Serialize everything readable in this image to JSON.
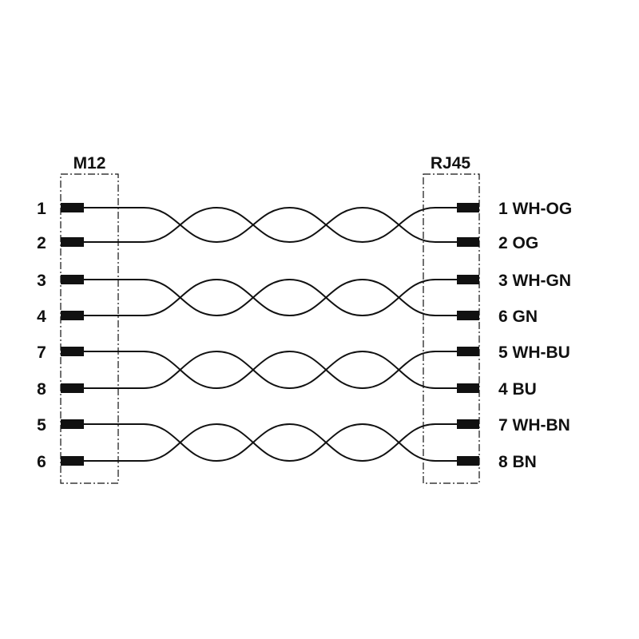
{
  "left_connector": {
    "title": "M12",
    "pins": [
      "1",
      "2",
      "3",
      "4",
      "7",
      "8",
      "5",
      "6"
    ]
  },
  "right_connector": {
    "title": "RJ45",
    "pins": [
      "1 WH-OG",
      "2 OG",
      "3 WH-GN",
      "6 GN",
      "5 WH-BU",
      "4 BU",
      "7 WH-BN",
      "8 BN"
    ]
  },
  "colors": {
    "line": "#111111",
    "background": "#ffffff"
  }
}
